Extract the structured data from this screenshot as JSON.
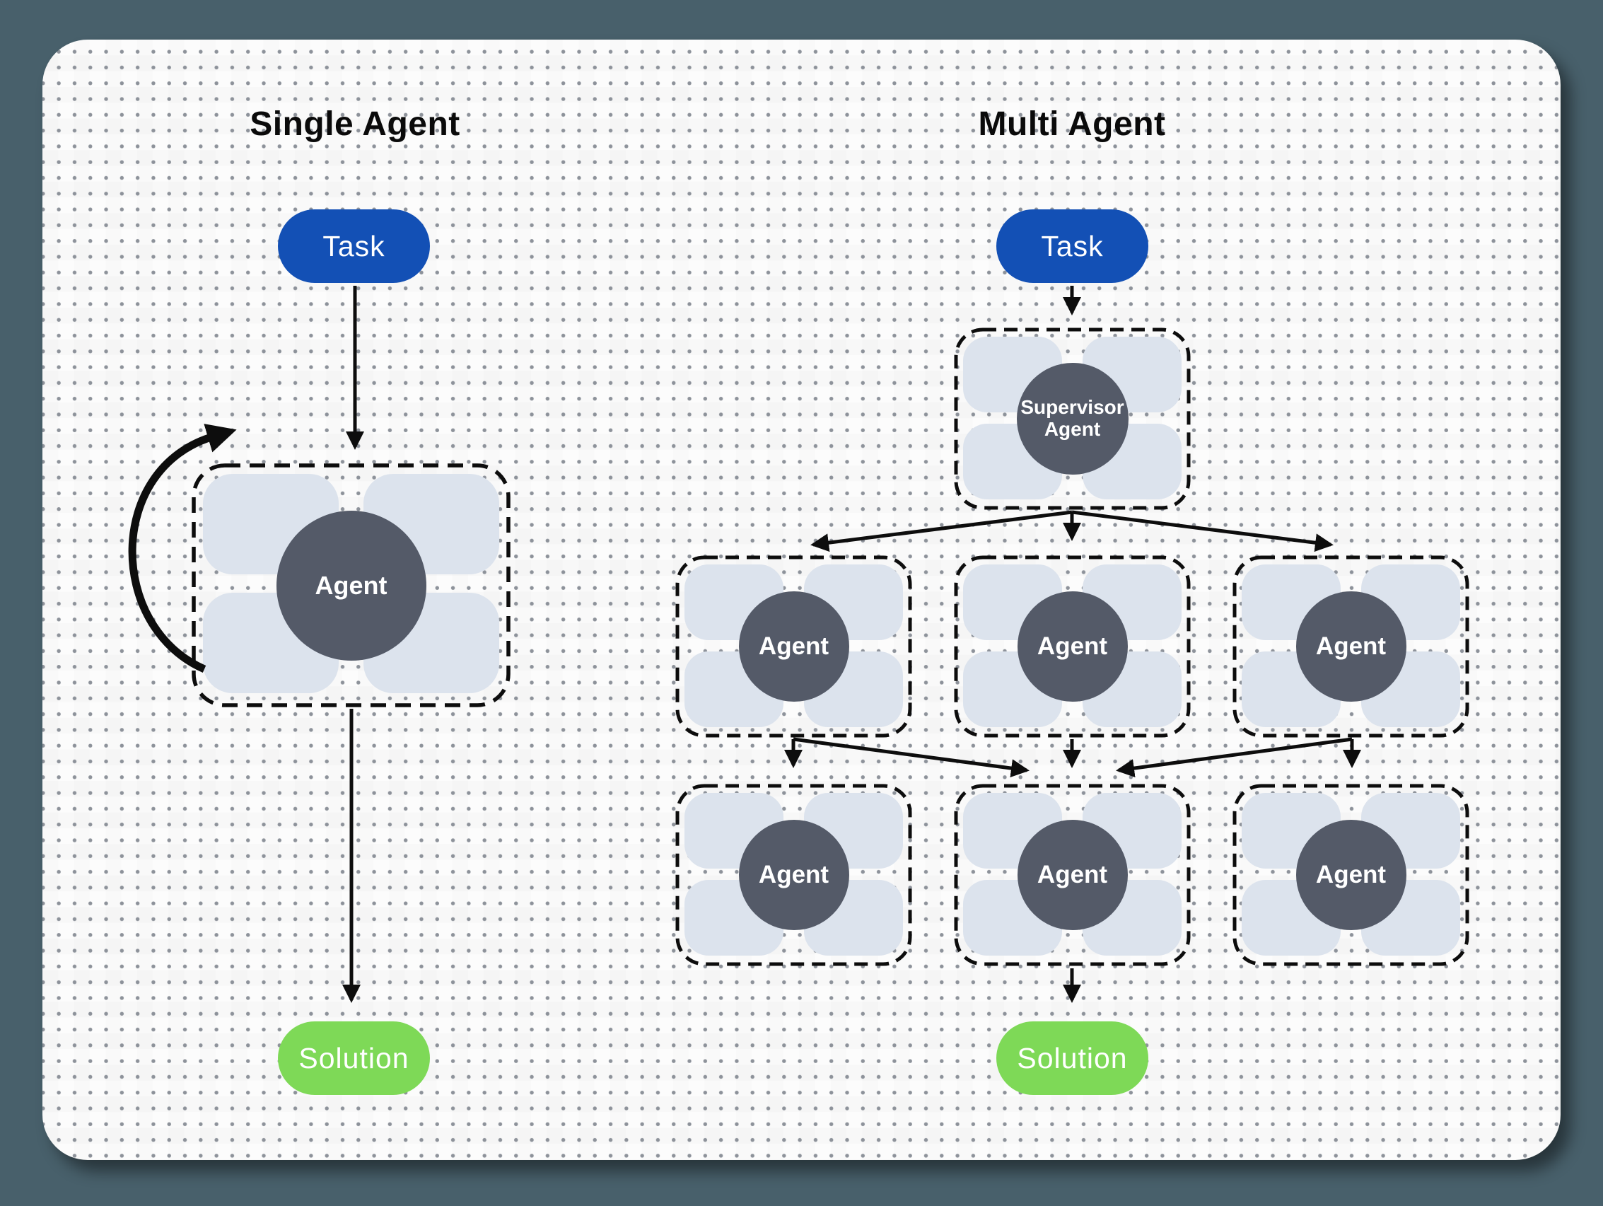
{
  "diagram": {
    "single": {
      "title": "Single Agent",
      "task_label": "Task",
      "agent_label": "Agent",
      "solution_label": "Solution"
    },
    "multi": {
      "title": "Multi Agent",
      "task_label": "Task",
      "supervisor_label": "Supervisor Agent",
      "row1_agents": [
        "Agent",
        "Agent",
        "Agent"
      ],
      "row2_agents": [
        "Agent",
        "Agent",
        "Agent"
      ],
      "solution_label": "Solution"
    },
    "colors": {
      "page_background": "#48606b",
      "canvas": "#fcfcfc",
      "dot_grid": "#8d929a",
      "task_pill": "#1350b5",
      "solution_pill": "#7ed957",
      "agent_circle": "#545a68",
      "chip": "#dce3ed",
      "arrow": "#0d0d0d",
      "title_text": "#0a0a0a",
      "pill_text": "#ffffff"
    }
  }
}
